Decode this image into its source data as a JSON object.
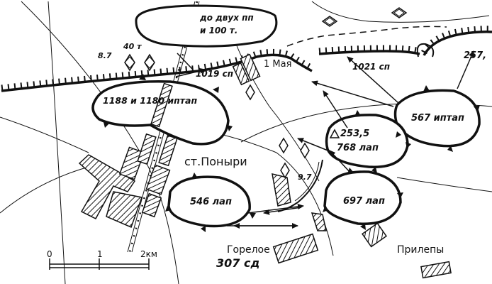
{
  "map": {
    "colors": {
      "ink": "#111111",
      "paper": "#ffffff"
    },
    "units": {
      "u_1188_1180": "1188 и 1180 иптап",
      "u_1019": "1019 сп",
      "u_1021": "1021 сп",
      "u_257": "257,",
      "u_567": "567 иптап",
      "u_768": "768 лап",
      "u_697": "697 лап",
      "u_546": "546 лап",
      "u_307": "307 сд"
    },
    "places": {
      "station": "ст.Поныри",
      "gorelo": "Горелое",
      "prilepy": "Прилепы",
      "may1": "1 Мая"
    },
    "annotations": {
      "tanks_line1": "до двух пп",
      "tanks_line2": "и 100 т.",
      "t40": "40 т",
      "h_87": "8.7",
      "h_97": "9.7",
      "height_point": "253,5"
    },
    "scale": {
      "tick0": "0",
      "tick1": "1",
      "tick2": "2км"
    }
  }
}
